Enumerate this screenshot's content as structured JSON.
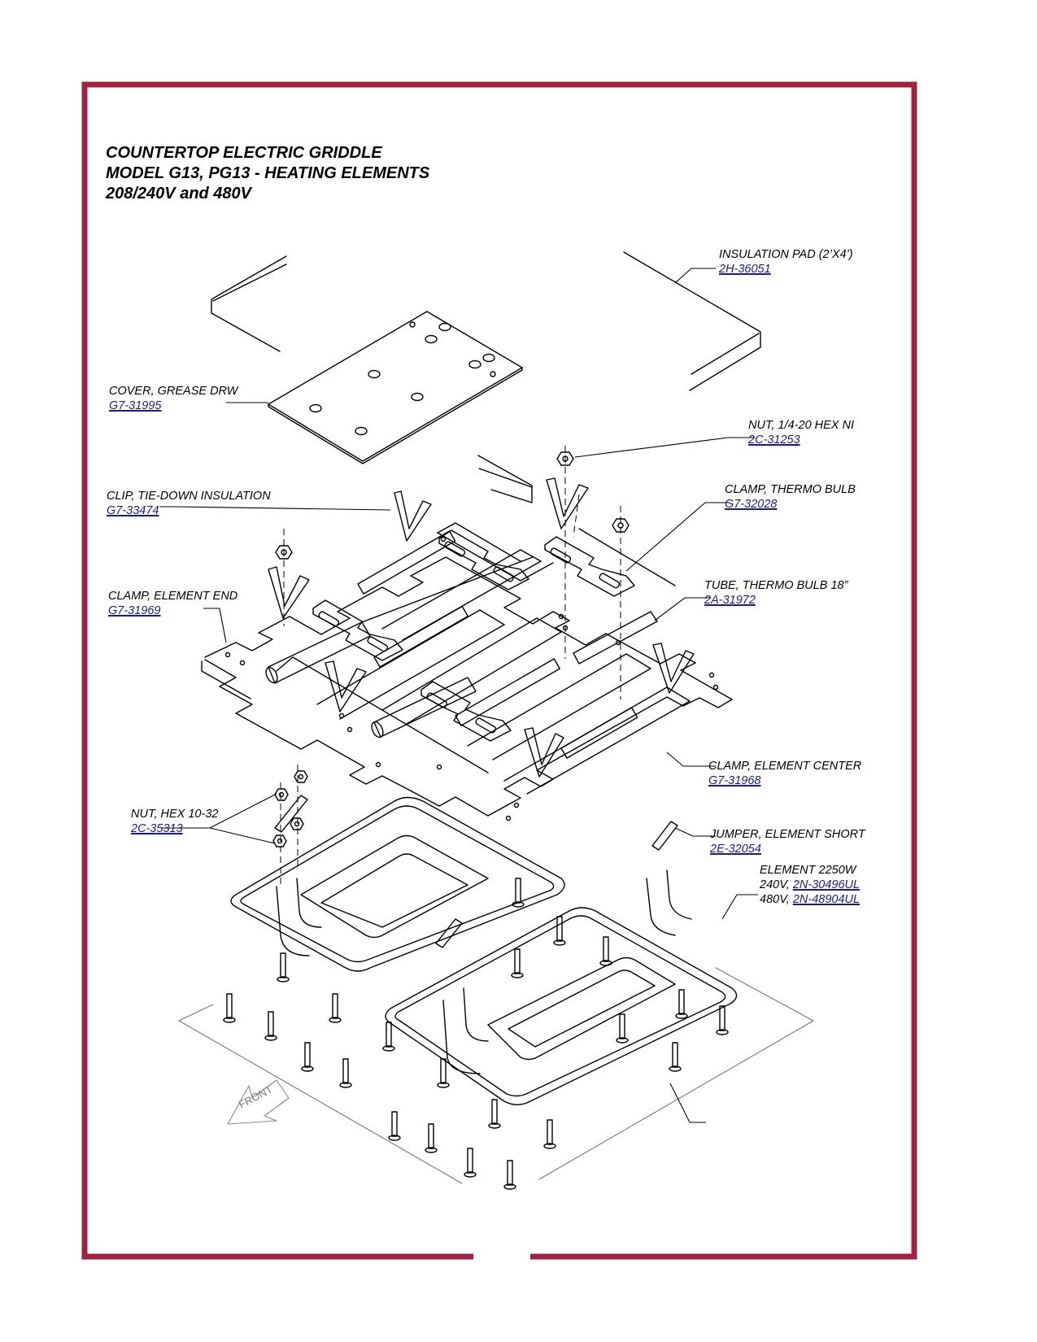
{
  "title": {
    "line1": "COUNTERTOP ELECTRIC GRIDDLE",
    "line2": "MODEL G13, PG13 - HEATING ELEMENTS",
    "line3": "208/240V and 480V"
  },
  "parts": {
    "insulation_pad": {
      "name": "INSULATION PAD (2’X4’)",
      "number": "2H-36051"
    },
    "cover_grease": {
      "name": "COVER, GREASE DRW",
      "number": "G7-31995"
    },
    "nut_hex_ni": {
      "name": "NUT, 1/4-20 HEX NI",
      "number": "2C-31253"
    },
    "clip_tiedown": {
      "name": "CLIP, TIE-DOWN INSULATION",
      "number": "G7-33474"
    },
    "clamp_thermo": {
      "name": "CLAMP, THERMO BULB",
      "number": "G7-32028"
    },
    "clamp_end": {
      "name": "CLAMP, ELEMENT END",
      "number": "G7-31969"
    },
    "tube_thermo": {
      "name": "TUBE, THERMO BULB 18”",
      "number": "2A-31972"
    },
    "clamp_center": {
      "name": "CLAMP, ELEMENT CENTER",
      "number": "G7-31968"
    },
    "nut_hex_1032": {
      "name": "NUT, HEX 10-32",
      "number": "2C-35313"
    },
    "jumper": {
      "name": "JUMPER, ELEMENT SHORT",
      "number": "2E-32054"
    },
    "element": {
      "name": "ELEMENT 2250W",
      "v240_prefix": "240V,",
      "v240_number": "2N-30496UL",
      "v480_prefix": "480V,",
      "v480_number": "2N-48904UL"
    }
  },
  "front_label": "FRONT",
  "colors": {
    "frame": "#a3213f",
    "part_number": "#1a1a8c"
  }
}
